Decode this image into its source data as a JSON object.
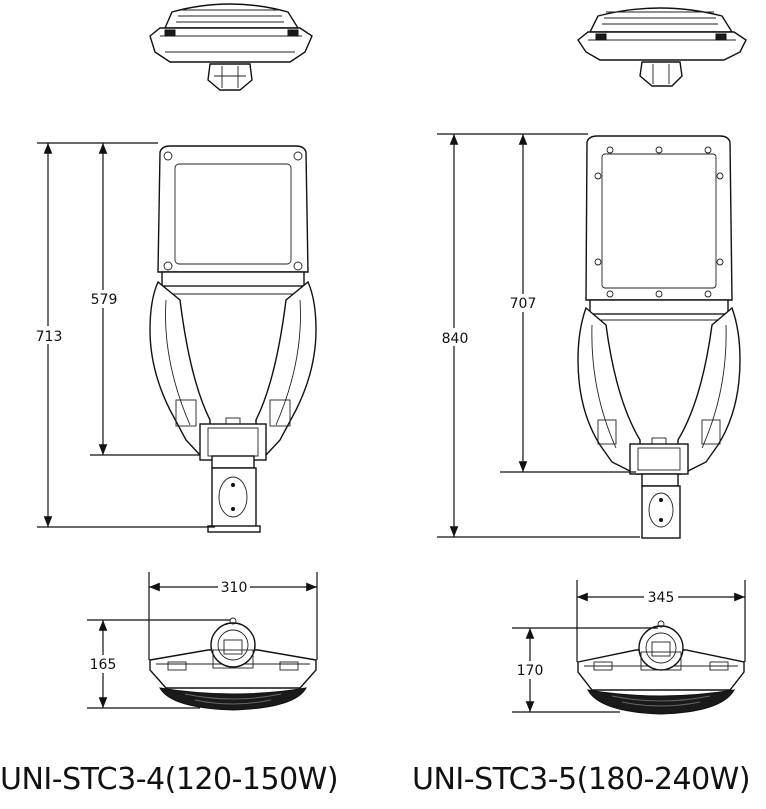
{
  "models": [
    {
      "caption": "UNI-STC3-4(120-150W)",
      "dims": {
        "total_length": "713",
        "bracket_length": "579",
        "width": "310",
        "height": "165"
      }
    },
    {
      "caption": "UNI-STC3-5(180-240W)",
      "dims": {
        "total_length": "840",
        "bracket_length": "707",
        "width": "345",
        "height": "170"
      }
    }
  ]
}
